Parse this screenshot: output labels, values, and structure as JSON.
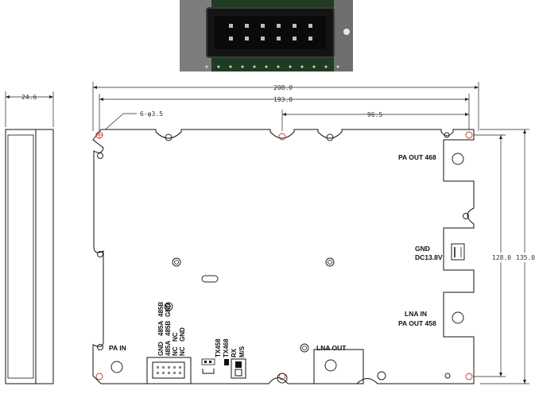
{
  "dimensions": {
    "side_width": "24.6",
    "overall_width": "208.0",
    "hole_span_width": "193.0",
    "half_span": "96.5",
    "hole_spec": "6-φ3.5",
    "hole_span_height": "128.0",
    "overall_height": "135.0"
  },
  "labels": {
    "pa_out_468": "PA OUT 468",
    "gnd": "GND",
    "dc_power": "DC13.8V",
    "lna_in": "LNA IN",
    "pa_out_458": "PA OUT 458",
    "lna_out": "LNA OUT",
    "pa_in": "PA IN"
  },
  "connector_pins": {
    "row1": [
      "GND",
      "485A",
      "485B",
      "NC",
      "NC"
    ],
    "row2": [
      "485A",
      "485B",
      "GND",
      "NC",
      "GND"
    ]
  },
  "switch_labels": [
    "TX458",
    "TX468",
    "RX",
    "M/S"
  ],
  "colors": {
    "outline": "#111111",
    "hole_marker": "#c0392b",
    "photo_board": "#1f3b22"
  }
}
